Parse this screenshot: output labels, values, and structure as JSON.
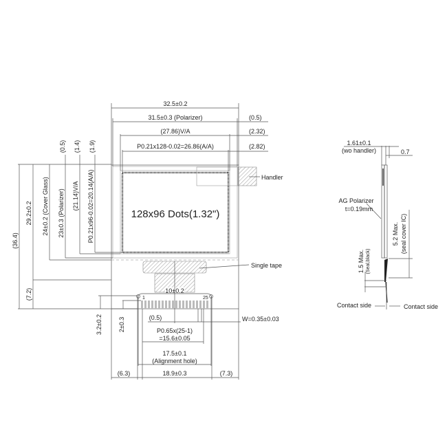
{
  "front_view": {
    "display_label": "128x96 Dots(1.32\")",
    "top_dims": {
      "outline": "32.5±0.2",
      "polarizer": "31.5±0.3 (Polarizer)",
      "va": "(27.86)V/A",
      "aa": "P0.21x128-0.02=26.86(A/A)",
      "right_05": "(0.5)",
      "right_232": "(2.32)",
      "right_282": "(2.82)"
    },
    "left_dims": {
      "total": "(36.4)",
      "outline": "29.2±0.2",
      "cover_glass": "24±0.2 (Cover Glass)",
      "polarizer": "23±0.3 (Polarizer)",
      "va": "(21.14)V/A",
      "aa": "P0.21x96-0.02=20.14(A/A)",
      "top_05": "(0.5)",
      "top_14": "(1.4)",
      "top_19": "(1.9)",
      "tail": "(7.2)"
    },
    "labels": {
      "handler": "Handler",
      "single_tape": "Single tape"
    },
    "fpc": {
      "width": "10±0.2",
      "pin_first": "1",
      "pin_last": "25",
      "dim_32": "3.2±0.2",
      "dim_2": "2±0.3",
      "offset": "(0.5)",
      "pin_width": "W=0.35±0.03",
      "pitch_1": "P0.65x(25-1)",
      "pitch_2": "=15.6±0.05",
      "hole_1": "17.5±0.1",
      "hole_2": "(Alignment hole)",
      "left": "(6.3)",
      "total": "18.9±0.3",
      "right": "(7.3)"
    }
  },
  "side_view": {
    "thickness_1": "1.61±0.1",
    "thickness_2": "(wo handler)",
    "handler": "0.7",
    "polarizer_1": "AG Polarizer",
    "polarizer_2": "t=0.19mm",
    "ic_1": "5.2 Max.",
    "ic_2": "(seal cover IC)",
    "seal_1": "1.5 Max.",
    "seal_2": "(Seal,black)",
    "contact_left": "Contact side",
    "contact_right": "Contact side"
  }
}
